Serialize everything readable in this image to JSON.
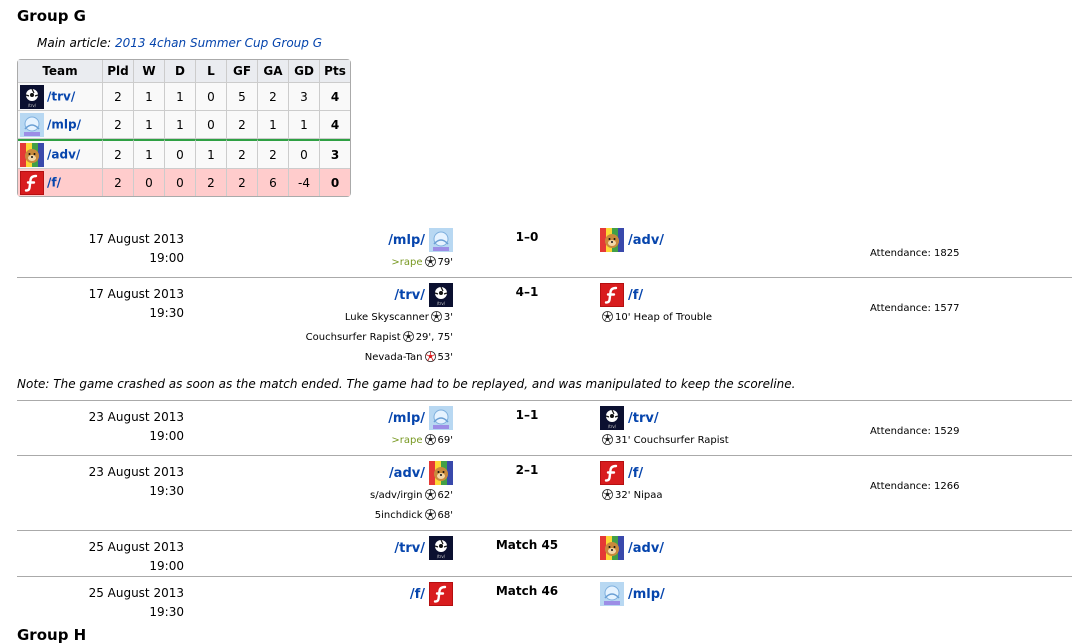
{
  "group_title": "Group G",
  "next_group_title": "Group H",
  "main_article": {
    "prefix": "Main article:",
    "link": "2013 4chan Summer Cup Group G"
  },
  "standings": {
    "headers": [
      "Team",
      "Pld",
      "W",
      "D",
      "L",
      "GF",
      "GA",
      "GD",
      "Pts"
    ],
    "rows": [
      {
        "team": "/trv/",
        "icon": "trv-icon",
        "pld": "2",
        "w": "1",
        "d": "1",
        "l": "0",
        "gf": "5",
        "ga": "2",
        "gd": "3",
        "pts": "4"
      },
      {
        "team": "/mlp/",
        "icon": "mlp-icon",
        "pld": "2",
        "w": "1",
        "d": "1",
        "l": "0",
        "gf": "2",
        "ga": "1",
        "gd": "1",
        "pts": "4"
      },
      {
        "team": "/adv/",
        "icon": "adv-icon",
        "pld": "2",
        "w": "1",
        "d": "0",
        "l": "1",
        "gf": "2",
        "ga": "2",
        "gd": "0",
        "pts": "3"
      },
      {
        "team": "/f/",
        "icon": "f-icon",
        "pld": "2",
        "w": "0",
        "d": "0",
        "l": "2",
        "gf": "2",
        "ga": "6",
        "gd": "-4",
        "pts": "0"
      }
    ],
    "colors": {
      "eliminated_bg": "#ffcccc",
      "advance_line": "#2ea043"
    }
  },
  "matches": [
    {
      "date": "17 August 2013",
      "time": "19:00",
      "home": "/mlp/",
      "score": "1–0",
      "away": "/adv/",
      "home_scorers": [
        {
          "name": ">rape",
          "minute": "79'"
        }
      ],
      "away_scorers": [],
      "attendance": "Attendance: 1825"
    },
    {
      "date": "17 August 2013",
      "time": "19:30",
      "home": "/trv/",
      "score": "4–1",
      "away": "/f/",
      "home_scorers": [
        {
          "name": "Luke Skyscanner",
          "minute": "3'"
        },
        {
          "name": "Couchsurfer Rapist",
          "minute": "29', 75'"
        },
        {
          "name": "Nevada-Tan",
          "minute": "53'"
        }
      ],
      "away_scorers": [
        {
          "name": "Heap of Trouble",
          "minute": "10'"
        }
      ],
      "attendance": "Attendance: 1577"
    },
    {
      "date": "23 August 2013",
      "time": "19:00",
      "home": "/mlp/",
      "score": "1–1",
      "away": "/trv/",
      "home_scorers": [
        {
          "name": ">rape",
          "minute": "69'"
        }
      ],
      "away_scorers": [
        {
          "name": "Couchsurfer Rapist",
          "minute": "31'"
        }
      ],
      "attendance": "Attendance: 1529"
    },
    {
      "date": "23 August 2013",
      "time": "19:30",
      "home": "/adv/",
      "score": "2–1",
      "away": "/f/",
      "home_scorers": [
        {
          "name": "s/adv/irgin",
          "minute": "62'"
        },
        {
          "name": "5inchdick",
          "minute": "68'"
        }
      ],
      "away_scorers": [
        {
          "name": "Nipaa",
          "minute": "32'"
        }
      ],
      "attendance": "Attendance: 1266"
    },
    {
      "date": "25 August 2013",
      "time": "19:00",
      "home": "/trv/",
      "score": "Match 45",
      "away": "/adv/",
      "home_scorers": [],
      "away_scorers": [],
      "attendance": ""
    },
    {
      "date": "25 August 2013",
      "time": "19:30",
      "home": "/f/",
      "score": "Match 46",
      "away": "/mlp/",
      "home_scorers": [],
      "away_scorers": [],
      "attendance": ""
    }
  ],
  "note": "Note: The game crashed as soon as the match ended. The game had to be replayed, and was manipulated to keep the scoreline."
}
